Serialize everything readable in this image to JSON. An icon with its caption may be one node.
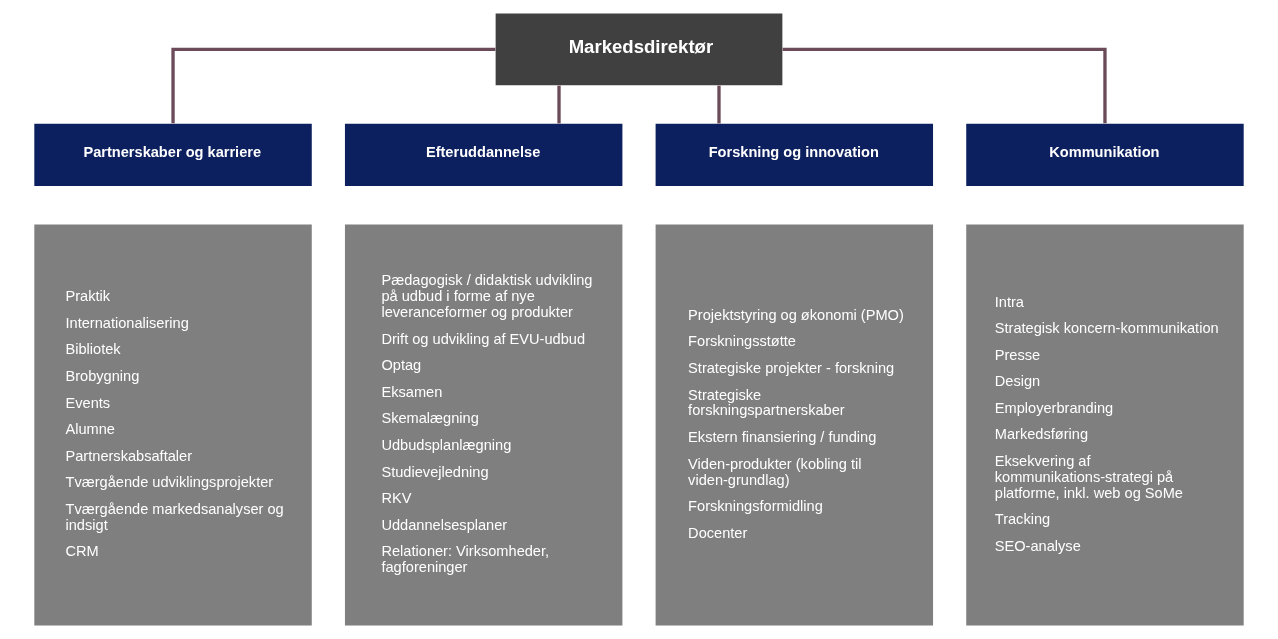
{
  "diagram": {
    "nodes": [
      {
        "text": [
          "Markedsdirektør"
        ]
      },
      {
        "text": [
          "Partnerskaber og karriere"
        ]
      },
      {
        "text": [
          "Efteruddannelse"
        ]
      },
      {
        "text": [
          "Forskning og innovation"
        ]
      },
      {
        "text": [
          "Kommunikation"
        ]
      },
      {
        "text": [
          "Praktik",
          "Internationalisering",
          "Bibliotek",
          "Brobygning",
          "Events",
          "Alumne",
          "Partnerskabsaftaler",
          "Tværgående udviklingsprojekter",
          "Tværgående markedsanalyser og indsigt",
          "CRM"
        ]
      },
      {
        "text": [
          "Pædagogisk / didaktisk udvikling på udbud i forme af nye leveranceformer og produkter",
          "Drift og udvikling af EVU-udbud",
          "Optag",
          "Eksamen",
          "Skemalægning",
          "Udbudsplanlægning",
          "Studievejledning",
          "RKV",
          "Uddannelsesplaner",
          "Relationer: Virksomheder, fagforeninger"
        ]
      },
      {
        "text": [
          "Projektstyring og økonomi (PMO)",
          "Forskningsstøtte",
          "Strategiske projekter - forskning",
          "Strategiske forskningspartnerskaber",
          "Ekstern finansiering / funding",
          "Viden-produkter (kobling til viden-grundlag)",
          "Forskningsformidling",
          "Docenter"
        ]
      },
      {
        "text": [
          "Intra",
          "Strategisk koncern-kommunikation",
          "Presse",
          "Design",
          "Employerbranding",
          "Markedsføring",
          "Eksekvering af kommunikations-strategi på platforme, inkl. web og SoMe",
          "Tracking",
          "SEO-analyse"
        ]
      }
    ],
    "edges": [
      {
        "from": 0,
        "to": 1,
        "arrow": "none"
      },
      {
        "from": 0,
        "to": 2,
        "arrow": "none"
      },
      {
        "from": 0,
        "to": 3,
        "arrow": "none"
      },
      {
        "from": 0,
        "to": 4,
        "arrow": "none"
      }
    ]
  }
}
